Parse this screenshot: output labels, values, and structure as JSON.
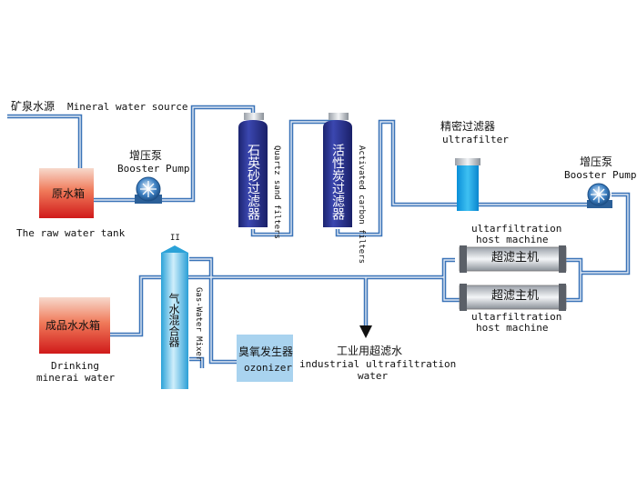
{
  "labels": {
    "source_cn": "矿泉水源",
    "source_en": "Mineral water source",
    "pump1_cn": "增压泵",
    "pump1_en": "Booster Pump",
    "raw_tank_cn": "原水箱",
    "raw_tank_en": "The raw water tank",
    "quartz_cn": "石英砂过滤器",
    "quartz_en": "Quartz sand filters",
    "carbon_cn": "活性炭过滤器",
    "carbon_en": "Activated carbon filters",
    "precision_cn": "精密过滤器",
    "precision_en": "ultrafilter",
    "pump2_cn": "增压泵",
    "pump2_en": "Booster Pump",
    "uf_top_en1": "ultarfiltration",
    "uf_top_en2": "host machine",
    "uf_top_cn": "超滤主机",
    "uf_bottom_cn": "超滤主机",
    "uf_bottom_en1": "ultarfiltration",
    "uf_bottom_en2": "host machine",
    "product_tank_cn": "成品水水箱",
    "product_en1": "Drinking",
    "product_en2": "minerai water",
    "mixer_cn": "气水混合器",
    "mixer_en": "Gas-Water Mixer",
    "mixer_top": "II",
    "ozonizer_cn": "臭氧发生器",
    "ozonizer_en": "ozonizer",
    "industrial_cn": "工业用超滤水",
    "industrial_en1": "industrial ultrafiltration",
    "industrial_en2": "water"
  },
  "colors": {
    "pipe": "#3a73b8",
    "tank_top": "#f5d4c4",
    "tank_bottom": "#d41f1f",
    "filter_dark": "#252d86",
    "pump": "#2f6fae",
    "mixer": "#29a8dc",
    "ozonizer": "#a8d2ee"
  }
}
